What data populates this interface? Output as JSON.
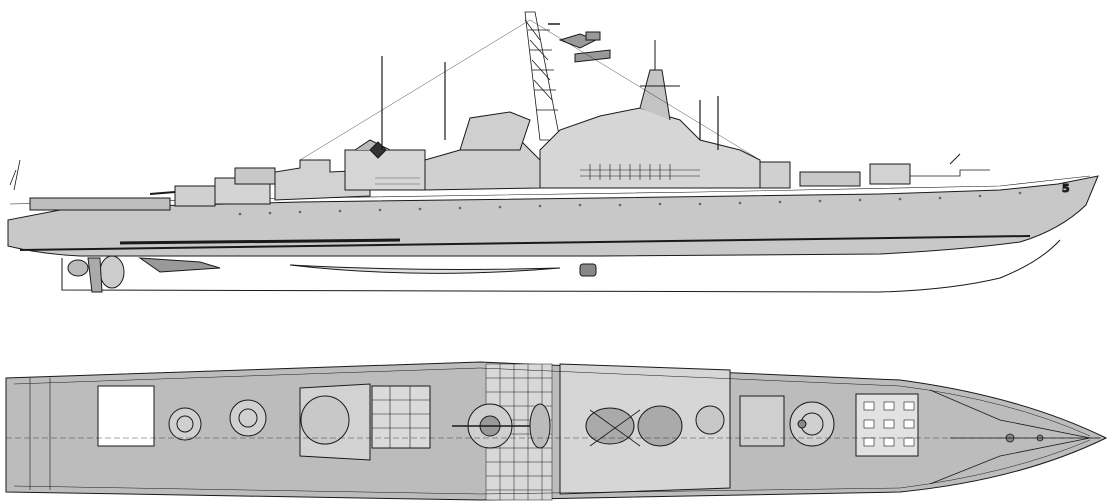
{
  "drawing": {
    "hull_number": "5",
    "colors": {
      "background": "#ffffff",
      "hull_fill": "#c8c8c8",
      "deck_fill": "#bcbcbc",
      "superstructure_fill": "#d4d4d4",
      "line": "#1a1a1a"
    },
    "views": [
      "side-profile",
      "top-plan"
    ]
  }
}
